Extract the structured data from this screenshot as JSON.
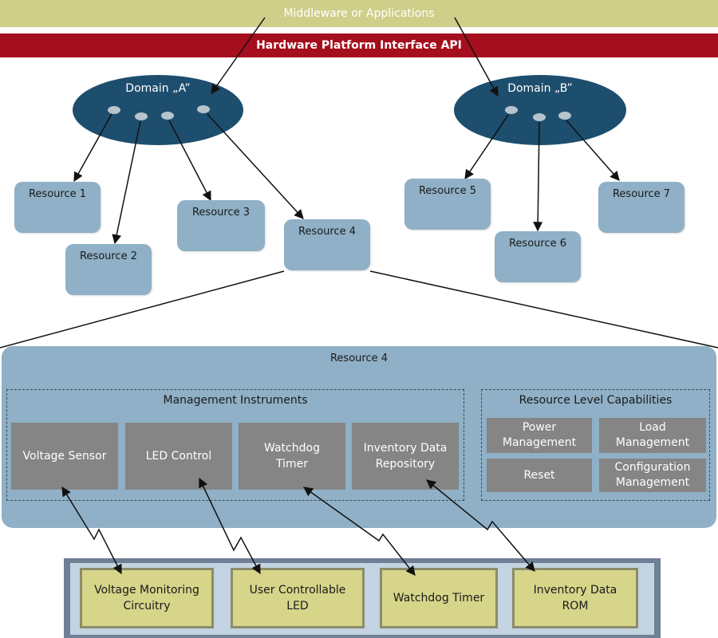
{
  "top": {
    "middleware": "Middleware or Applications",
    "api": "Hardware Platform Interface API"
  },
  "domains": {
    "a": "Domain „A”",
    "b": "Domain „B”"
  },
  "resources": {
    "r1": "Resource 1",
    "r2": "Resource 2",
    "r3": "Resource 3",
    "r4": "Resource 4",
    "r5": "Resource 5",
    "r6": "Resource 6",
    "r7": "Resource 7"
  },
  "detail": {
    "title": "Resource 4",
    "management": {
      "title": "Management Instruments",
      "items": [
        "Voltage Sensor",
        "LED Control",
        "Watchdog\nTimer",
        "Inventory Data\nRepository"
      ]
    },
    "capabilities": {
      "title": "Resource Level Capabilities",
      "items": [
        "Power\nManagement",
        "Load\nManagement",
        "Reset",
        "Configuration\nManagement"
      ]
    }
  },
  "hardware": {
    "items": [
      "Voltage Monitoring\nCircuitry",
      "User Controllable\nLED",
      "Watchdog Timer",
      "Inventory Data\nROM"
    ]
  },
  "colors": {
    "middleware_bar": "#cfcf8a",
    "api_bar": "#a50e1d",
    "domain": "#1d4e6e",
    "resource": "#8fb0c6",
    "instrument": "#858585",
    "hardware_box": "#d6d58a"
  }
}
